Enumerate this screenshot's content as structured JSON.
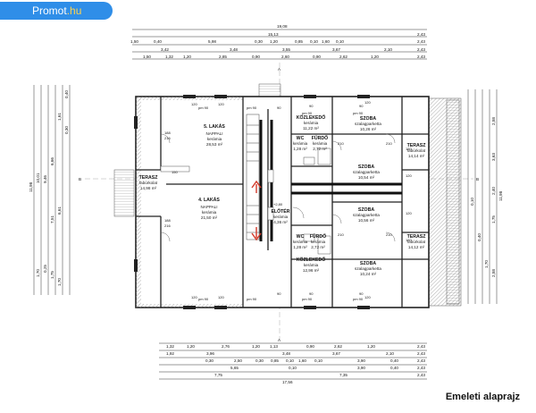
{
  "brand": {
    "part1": "Promot",
    "part2": ".hu"
  },
  "caption": "Emeleti alaprajz",
  "grid_markers": {
    "top": "A",
    "bottom": "A",
    "left": "B",
    "right": "B"
  },
  "rooms": [
    {
      "name": "5. LAKÁS",
      "sub1": "NAPPALI",
      "sub2": "kerámia",
      "area": "28,53 m²"
    },
    {
      "name": "4. LAKÁS",
      "sub1": "NAPPALI",
      "sub2": "kerámia",
      "area": "21,50 m²"
    },
    {
      "name": "TERASZ",
      "sub1": "fabúrkolat",
      "sub2": "",
      "area": "14,98 m²"
    },
    {
      "name": "KÖZLEKEDŐ",
      "sub1": "kerámia",
      "sub2": "",
      "area": "11,22 m²"
    },
    {
      "name": "SZOBA",
      "sub1": "szalagparketta",
      "sub2": "",
      "area": "10,26 m²"
    },
    {
      "name": "WC",
      "sub1": "kerámia",
      "sub2": "",
      "area": "1,28 m²"
    },
    {
      "name": "FÜRDŐ",
      "sub1": "kerámia",
      "sub2": "",
      "area": "2,72 m²"
    },
    {
      "name": "TERASZ",
      "sub1": "fabúrkolat",
      "sub2": "",
      "area": "14,14 m²"
    },
    {
      "name": "SZOBA",
      "sub1": "szalagparketta",
      "sub2": "",
      "area": "10,54 m²"
    },
    {
      "name": "ELŐTÉR",
      "sub1": "kerámia",
      "sub2": "",
      "area": "4,36 m²"
    },
    {
      "name": "SZOBA",
      "sub1": "szalagparketta",
      "sub2": "",
      "area": "10,56 m²"
    },
    {
      "name": "TERASZ",
      "sub1": "fabúrkolat",
      "sub2": "",
      "area": "14,12 m²"
    },
    {
      "name": "WC",
      "sub1": "kerámia",
      "sub2": "",
      "area": "1,28 m²"
    },
    {
      "name": "FÜRDŐ",
      "sub1": "kerámia",
      "sub2": "",
      "area": "2,72 m²"
    },
    {
      "name": "KÖZLEKEDŐ",
      "sub1": "kerámia",
      "sub2": "",
      "area": "12,96 m²"
    },
    {
      "name": "SZOBA",
      "sub1": "szalagparketta",
      "sub2": "",
      "area": "10,24 m²"
    }
  ],
  "dims_top": {
    "row1": [
      "19,08"
    ],
    "row2": [
      "15,13",
      "2,43"
    ],
    "row3": [
      "1,50",
      "0,40",
      "5,98",
      "0,30",
      "1,20",
      "0,85",
      "0,10",
      "1,60",
      "0,10",
      "2,43"
    ],
    "row4": [
      "3,42",
      "3,48",
      "3,55",
      "3,67",
      "2,10",
      "2,43"
    ],
    "row5": [
      "1,50",
      "1,32",
      "1,20",
      "2,85",
      "0,90",
      "2,60",
      "0,90",
      "2,62",
      "1,20",
      "2,43"
    ]
  },
  "dims_bottom": {
    "row1": [
      "1,32",
      "1,20",
      "2,76",
      "1,20",
      "1,13",
      "0,90",
      "2,62",
      "1,20",
      "2,43"
    ],
    "row2": [
      "1,92",
      "3,96",
      "3,48",
      "3,67",
      "2,10",
      "2,43"
    ],
    "row3": [
      "0,30",
      "2,50",
      "0,30",
      "0,85",
      "0,10",
      "1,60",
      "0,10",
      "3,90",
      "0,40",
      "2,43"
    ],
    "row4": [
      "5,65",
      "0,10",
      "3,90",
      "0,40",
      "2,43"
    ],
    "row5": [
      "7,75",
      "7,35",
      "2,43"
    ],
    "row6": [
      "17,56"
    ]
  },
  "dims_left": [
    "11,98",
    "10,01",
    "9,46",
    "6,66",
    "7,51",
    "6,61",
    "1,61",
    "0,30",
    "0,40",
    "1,70",
    "0,25",
    "1,75",
    "1,70"
  ],
  "dims_right": [
    "11,98",
    "2,58",
    "3,63",
    "2,40",
    "1,75",
    "2,58",
    "1,70",
    "0,40",
    "0,10"
  ],
  "door_labels": [
    "pm 90",
    "90",
    "120",
    "210",
    "188",
    "216",
    "150",
    "+2,80"
  ],
  "colors": {
    "line": "#222222",
    "hatch": "#8a8a8a",
    "wall": "#5a5a5a",
    "accent": "#d33a2a",
    "brand": "#2f8ee8"
  }
}
